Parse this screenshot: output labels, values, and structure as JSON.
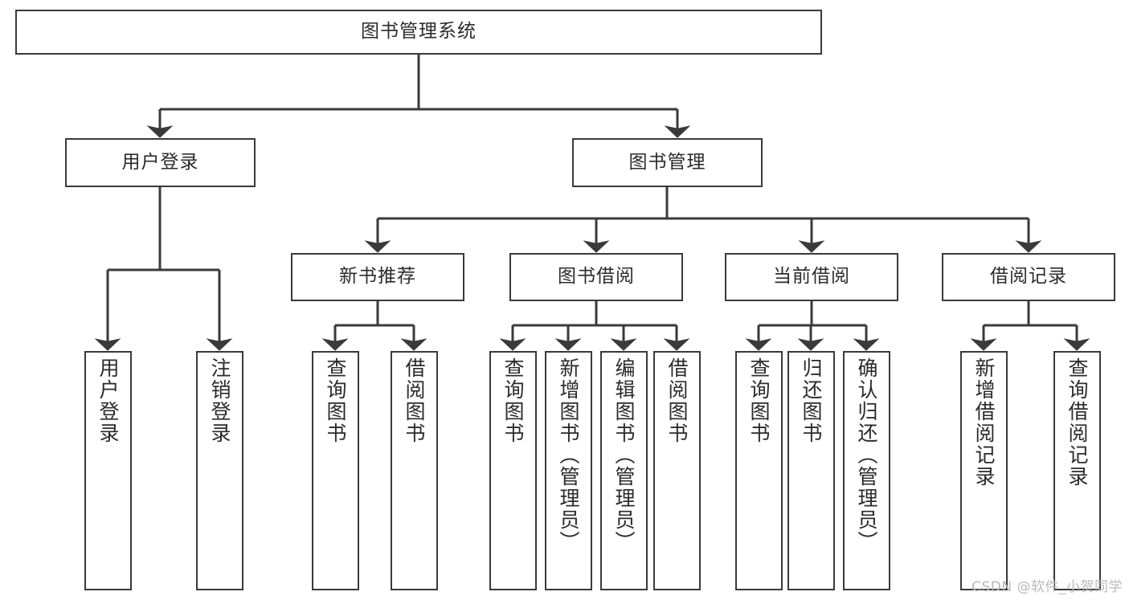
{
  "diagram": {
    "type": "tree-hierarchy",
    "title": "图书管理系统",
    "watermark": "CSDN @软件_小贺同学",
    "colors": {
      "stroke": "#3a3a3a",
      "fill": "#ffffff",
      "text": "#2b2b2b",
      "watermark": "#b9b9b9"
    },
    "nodes": {
      "root": {
        "label": "图书管理系统"
      },
      "level1": [
        {
          "label": "用户登录"
        },
        {
          "label": "图书管理"
        }
      ],
      "level2": [
        {
          "label": "新书推荐"
        },
        {
          "label": "图书借阅"
        },
        {
          "label": "当前借阅"
        },
        {
          "label": "借阅记录"
        }
      ],
      "leaves_user_login": [
        {
          "label": "用户登录"
        },
        {
          "label": "注销登录"
        }
      ],
      "leaves_new_book": [
        {
          "label": "查询图书"
        },
        {
          "label": "借阅图书"
        }
      ],
      "leaves_borrow": [
        {
          "label": "查询图书"
        },
        {
          "label": "新增图书（管理员）"
        },
        {
          "label": "编辑图书（管理员）"
        },
        {
          "label": "借阅图书"
        }
      ],
      "leaves_current": [
        {
          "label": "查询图书"
        },
        {
          "label": "归还图书"
        },
        {
          "label": "确认归还（管理员）"
        }
      ],
      "leaves_records": [
        {
          "label": "新增借阅记录"
        },
        {
          "label": "查询借阅记录"
        }
      ]
    }
  }
}
